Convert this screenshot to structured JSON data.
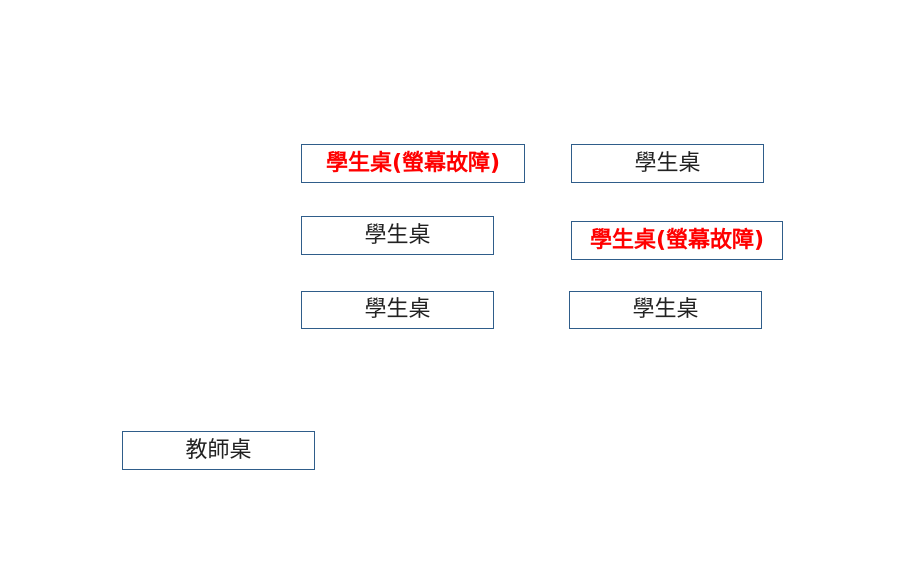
{
  "classroom": {
    "student_desks": [
      {
        "label": "學生桌(螢幕故障)",
        "status": "broken"
      },
      {
        "label": "學生桌",
        "status": "ok"
      },
      {
        "label": "學生桌",
        "status": "ok"
      },
      {
        "label": "學生桌(螢幕故障)",
        "status": "broken"
      },
      {
        "label": "學生桌",
        "status": "ok"
      },
      {
        "label": "學生桌",
        "status": "ok"
      }
    ],
    "teacher_desk": {
      "label": "教師桌"
    }
  },
  "colors": {
    "border": "#2f5d8a",
    "text": "#222222",
    "broken_text": "#ff0000",
    "background": "#ffffff"
  }
}
